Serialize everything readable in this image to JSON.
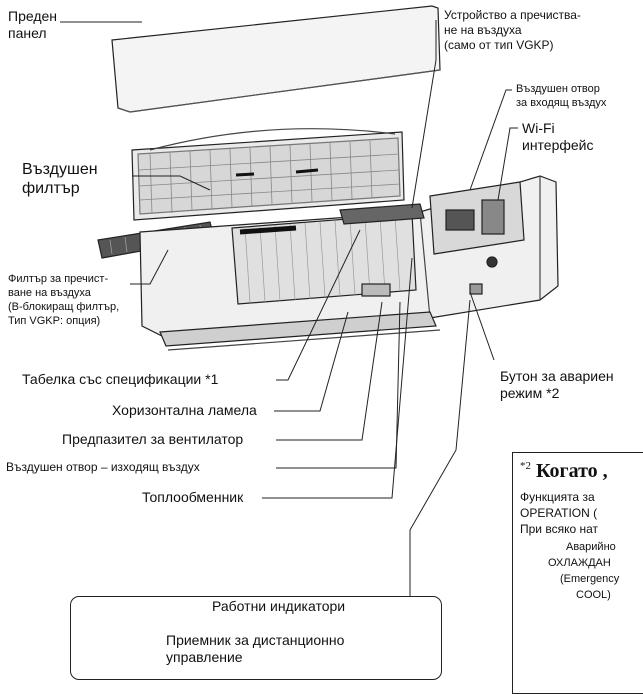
{
  "labels": {
    "front_panel": "Преден\nпанел",
    "air_purifier": "Устройство а пречиства-\nне на въздуха\n(само от тип VGKP)",
    "air_inlet": "Въздушен отвор\nза входящ въздух",
    "wifi": "Wi-Fi\nинтерфейс",
    "air_filter": "Въздушен\nфилтър",
    "purifying_filter": "Филтър за пречист-\nване на въздуха\n(В-блокиращ филтър,\nТип VGKP: опция)",
    "spec_plate": "Табелка със спецификации *1",
    "horizontal_louver": "Хоризонтална ламела",
    "fan_guard": "Предпазител за вентилатор",
    "air_outlet": "Въздушен отвор – изходящ въздух",
    "heat_exchanger": "Топлообменник",
    "emergency_button": "Бутон за авариен\nрежим *2",
    "operation_indicators": "Работни индикатори",
    "remote_receiver": "Приемник за дистанционно\nуправление"
  },
  "note": {
    "superscript": "*2",
    "title": "Когато ,",
    "line1": "Функцията за",
    "line2": "OPERATION (",
    "line3": "При всяко нат",
    "mode_line1": "Аварийно",
    "mode_line2": "ОХЛАЖДАН",
    "mode_line3": "(Emergency",
    "mode_line4": "COOL)"
  },
  "icons": [
    "power-icon",
    "indicator-lamp-icon",
    "arrow-right-icon",
    "sun-light-icon"
  ]
}
